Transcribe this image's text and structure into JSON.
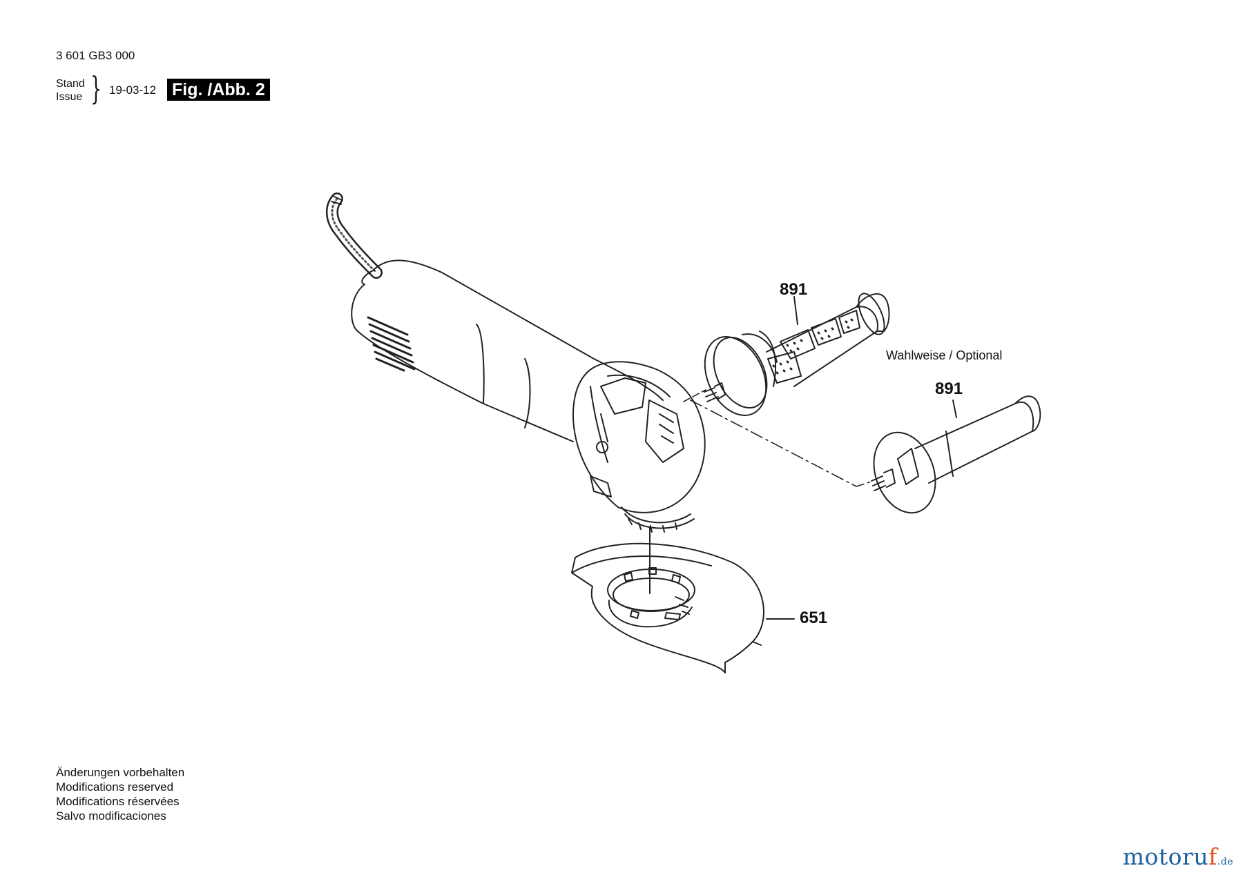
{
  "header": {
    "part_number": "3 601 GB3 000",
    "stand_label": "Stand",
    "issue_label": "Issue",
    "date": "19-03-12",
    "figure_label": "Fig. /Abb. 2"
  },
  "callouts": {
    "handle_top": "891",
    "handle_optional": "891",
    "guard": "651",
    "optional_label": "Wahlweise / Optional"
  },
  "notes": [
    "Änderungen vorbehalten",
    "Modifications reserved",
    "Modifications réservées",
    "Salvo modificaciones"
  ],
  "watermark": {
    "text_main": "motoru",
    "text_accent": "f",
    "text_tld": ".de"
  },
  "colors": {
    "line": "#222222",
    "watermark_blue": "#1d60a0",
    "watermark_orange": "#e0531f"
  }
}
